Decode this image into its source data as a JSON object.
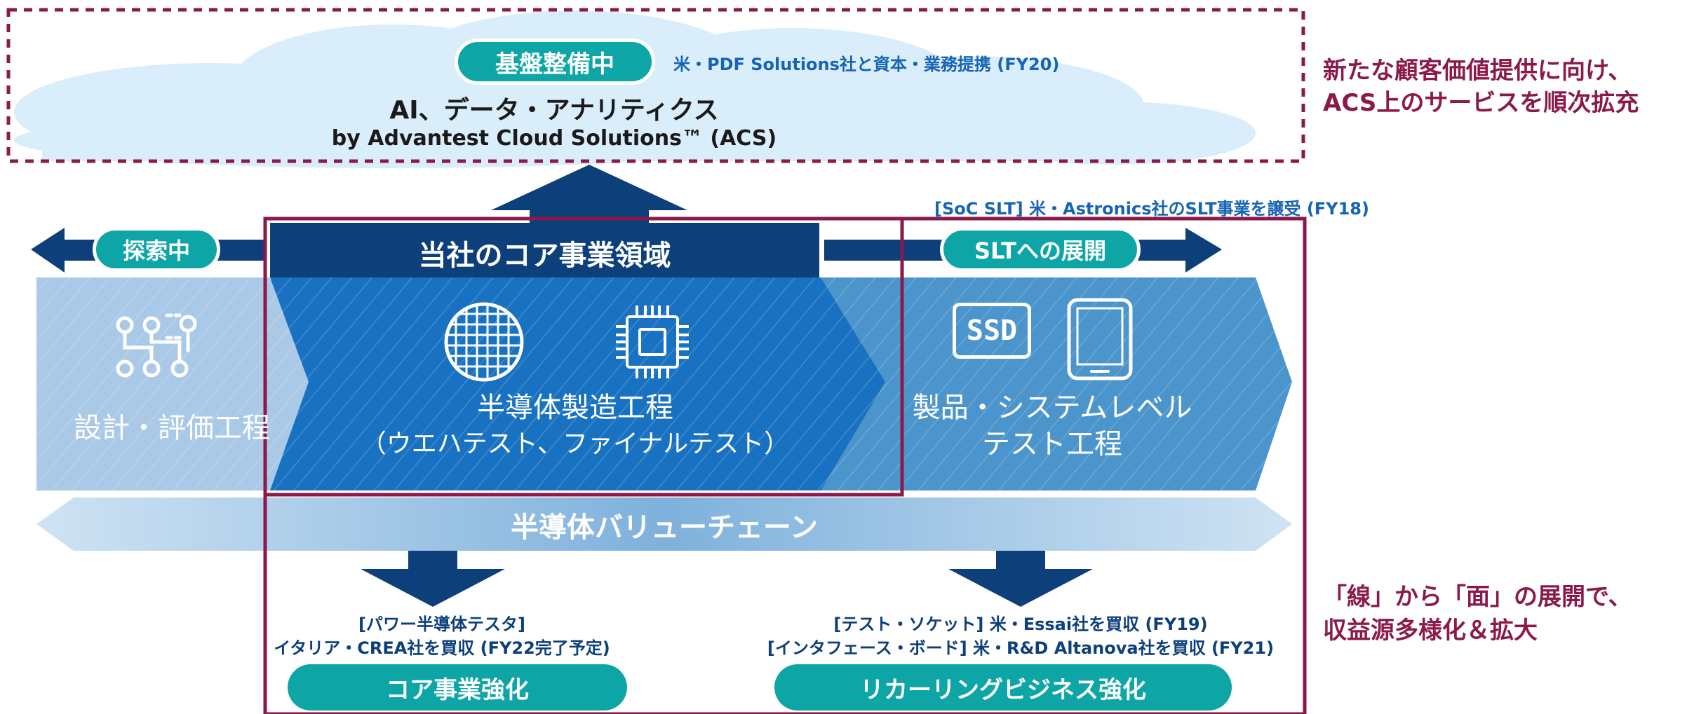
{
  "cloud": {
    "badge": "基盤整備中",
    "note": "米・PDF Solutions社と資本・業務提携 (FY20)",
    "title": "AI、データ・アナリティクス",
    "subtitle": "by Advantest Cloud Solutions™ (ACS)"
  },
  "right_top_note": {
    "line1": "新たな顧客価値提供に向け、",
    "line2": "ACS上のサービスを順次拡充"
  },
  "slt_note": "[SoC SLT] 米・Astronics社のSLT事業を譲受 (FY18)",
  "explore_badge": "探索中",
  "core_band": "当社のコア事業領域",
  "slt_badge": "SLTへの展開",
  "stages": {
    "design": {
      "label": "設計・評価工程"
    },
    "semi": {
      "line1": "半導体製造工程",
      "line2": "（ウエハテスト、ファイナルテスト）"
    },
    "system": {
      "line1": "製品・システムレベル",
      "line2": "テスト工程",
      "ssd_text": "SSD"
    }
  },
  "value_chain": "半導体バリューチェーン",
  "left_bottom_note": {
    "line1": "[パワー半導体テスタ]",
    "line2": "イタリア・CREA社を買収 (FY22完了予定)"
  },
  "right_bottom_note": {
    "line1": "[テスト・ソケット] 米・Essai社を買収 (FY19)",
    "line2": "[インタフェース・ボード] 米・R&D Altanova社を買収 (FY21)"
  },
  "bottom_badges": {
    "core": "コア事業強化",
    "recurring": "リカーリングビジネス強化"
  },
  "right_bottom_message": {
    "line1": "「線」から「面」の展開で、",
    "line2": "収益源多様化＆拡大"
  },
  "colors": {
    "navy": "#0d3f7a",
    "core_blue": "#1872c1",
    "side_blue": "#4b95cc",
    "teal": "#0ea5a6",
    "maroon": "#8b1a4b",
    "cloud": "#d9eefa"
  }
}
